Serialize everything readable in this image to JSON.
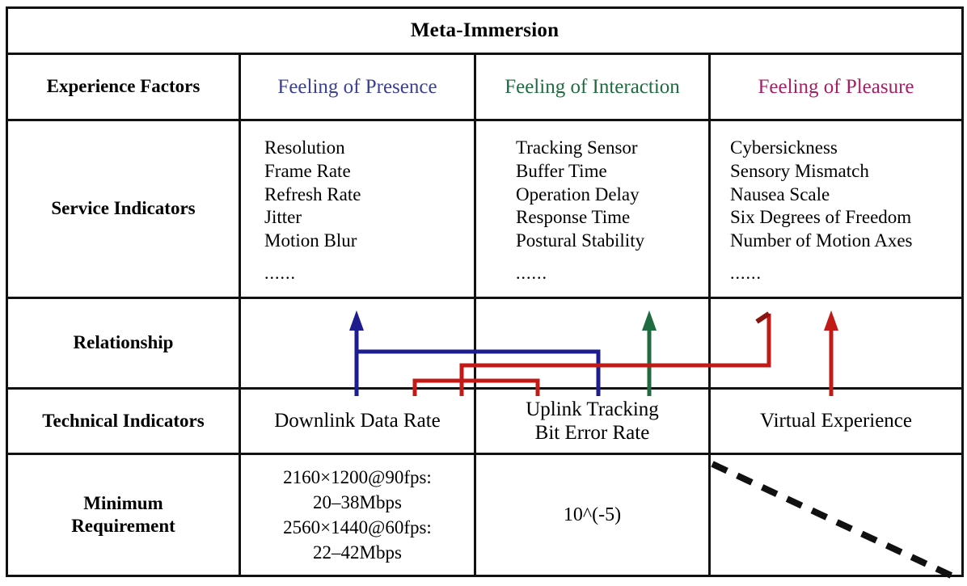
{
  "title": "Meta-Immersion",
  "rows": {
    "experience_factors": {
      "label": "Experience Factors",
      "values": [
        {
          "text": "Feeling of Presence",
          "color": "#3b3f94"
        },
        {
          "text": "Feeling of Interaction",
          "color": "#1f6b3f"
        },
        {
          "text": "Feeling of Pleasure",
          "color": "#a61e63"
        }
      ]
    },
    "service_indicators": {
      "label": "Service Indicators",
      "columns": [
        {
          "items": [
            "Resolution",
            "Frame Rate",
            "Refresh Rate",
            "Jitter",
            "Motion Blur"
          ],
          "ellipsis": "......"
        },
        {
          "items": [
            "Tracking Sensor",
            "Buffer Time",
            "Operation Delay",
            "Response Time",
            "Postural Stability"
          ],
          "ellipsis": "......"
        },
        {
          "items": [
            "Cybersickness",
            "Sensory Mismatch",
            "Nausea Scale",
            "Six Degrees of Freedom",
            "Number of Motion Axes"
          ],
          "ellipsis": "......"
        }
      ]
    },
    "relationship": {
      "label": "Relationship",
      "connectors": [
        {
          "name": "presence-connector",
          "color": "#1d1d8f"
        },
        {
          "name": "interaction-connector",
          "color": "#1f6b3f"
        },
        {
          "name": "pleasure-connector",
          "color": "#c21b17"
        }
      ]
    },
    "technical_indicators": {
      "label": "Technical Indicators",
      "values": [
        "Downlink Data Rate",
        "Uplink Tracking\nBit Error Rate",
        "Virtual Experience"
      ]
    },
    "minimum_requirement": {
      "label": "Minimum\nRequirement",
      "values": [
        "2160×1200@90fps:\n20–38Mbps\n2560×1440@60fps:\n22–42Mbps",
        "10^(-5)",
        ""
      ]
    }
  },
  "tech_labels": {
    "col1": "Downlink Data Rate",
    "col2_line1": "Uplink Tracking",
    "col2_line2": "Bit Error Rate",
    "col3": "Virtual Experience"
  },
  "min_labels": {
    "row_label_line1": "Minimum",
    "row_label_line2": "Requirement",
    "col1_line1": "2160×1200@90fps:",
    "col1_line2": "20–38Mbps",
    "col1_line3": "2560×1440@60fps:",
    "col1_line4": "22–42Mbps",
    "col2": "10^(-5)",
    "col3": ""
  },
  "colors": {
    "border": "#111111",
    "blue": "#1d1d8f",
    "green": "#1f6b3f",
    "red": "#c21b17",
    "presence_text": "#3b3f94",
    "interaction_text": "#1f6b3f",
    "pleasure_text": "#a61e63",
    "dashed": "#111111"
  }
}
